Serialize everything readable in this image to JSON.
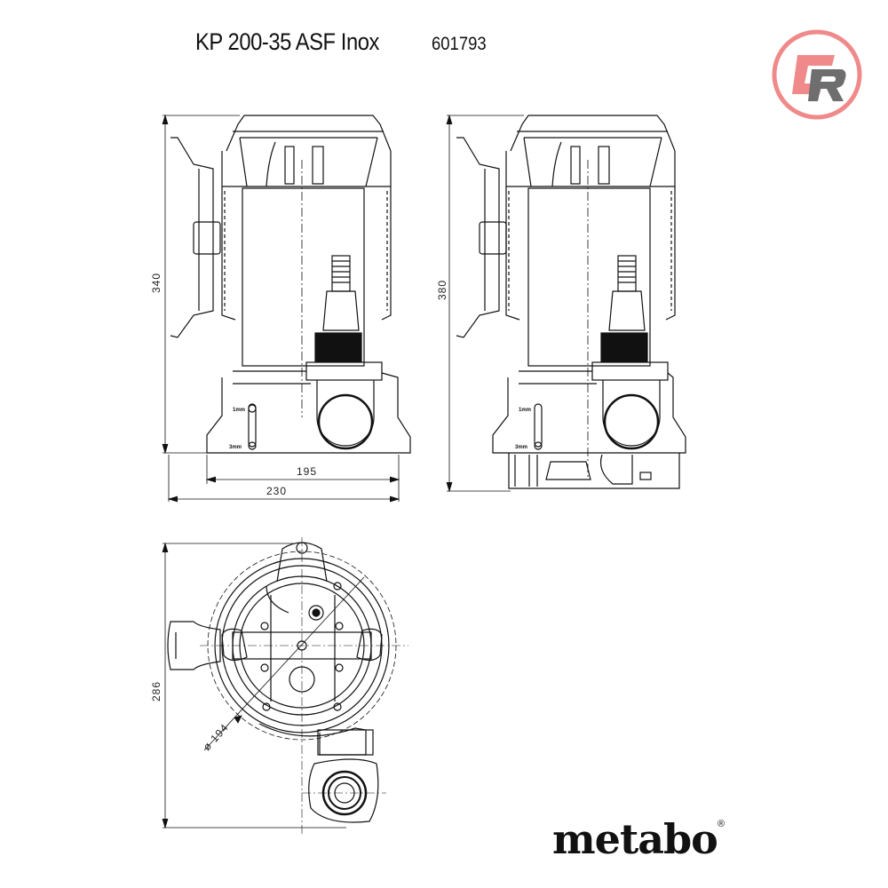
{
  "header": {
    "model": "KP 200-35 ASF Inox",
    "part_number": "601793"
  },
  "badge": {
    "letters": "CR",
    "ring_color": "#f08a8a",
    "c_color": "#f08a8a",
    "r_color": "#6e6e6e"
  },
  "brand": {
    "name": "metabo",
    "registered": "®"
  },
  "views": {
    "side_view_1": {
      "height_label": "340",
      "base_width_label": "195",
      "overall_width_label": "230"
    },
    "side_view_2": {
      "height_label": "380"
    },
    "top_view": {
      "height_label": "286",
      "diameter_label": "ø 194"
    }
  },
  "markings": {
    "float_top": "1mm",
    "float_bottom": "3mm"
  }
}
